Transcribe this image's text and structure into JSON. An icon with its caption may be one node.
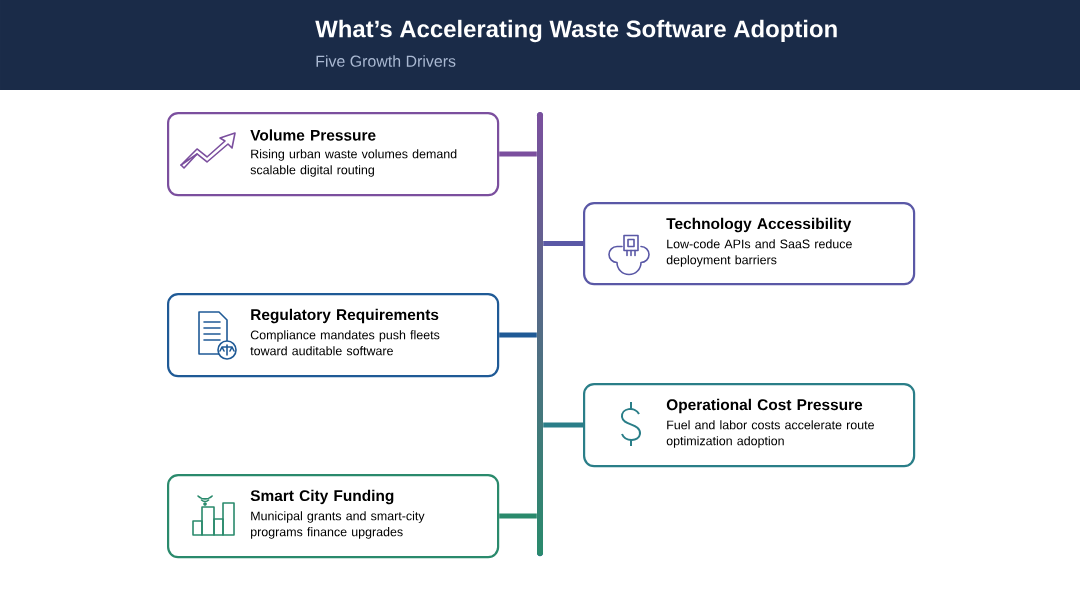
{
  "diagram": {
    "title": "What’s Accelerating Waste Software Adoption",
    "nodes": [
      {
        "text": [
          "Volume Pressure",
          "Rising urban waste volumes demand scalable digital routing"
        ]
      },
      {
        "text": [
          "Technology Accessibility",
          "Low-code APIs and SaaS reduce deployment barriers"
        ]
      },
      {
        "text": [
          "Regulatory Requirements",
          "Compliance mandates push fleets toward auditable software"
        ]
      },
      {
        "text": [
          "Operational Cost Pressure",
          "Fuel and labor costs accelerate route optimization adoption"
        ]
      },
      {
        "text": [
          "Smart City Funding",
          "Municipal grants and smart-city programs finance upgrades"
        ]
      },
      {
        "text": [],
        "shape": "bar"
      }
    ],
    "edges": [
      {
        "from": 0,
        "to": 5,
        "arrow": "none",
        "color": "#7b4f9e"
      },
      {
        "from": 1,
        "to": 5,
        "arrow": "none",
        "color": "#5a58a6"
      },
      {
        "from": 2,
        "to": 5,
        "arrow": "none",
        "color": "#1f5a96"
      },
      {
        "from": 3,
        "to": 5,
        "arrow": "none",
        "color": "#2a7e88"
      },
      {
        "from": 4,
        "to": 5,
        "arrow": "none",
        "color": "#2a8a6c"
      }
    ],
    "labels": [
      "Five Growth Drivers"
    ]
  }
}
